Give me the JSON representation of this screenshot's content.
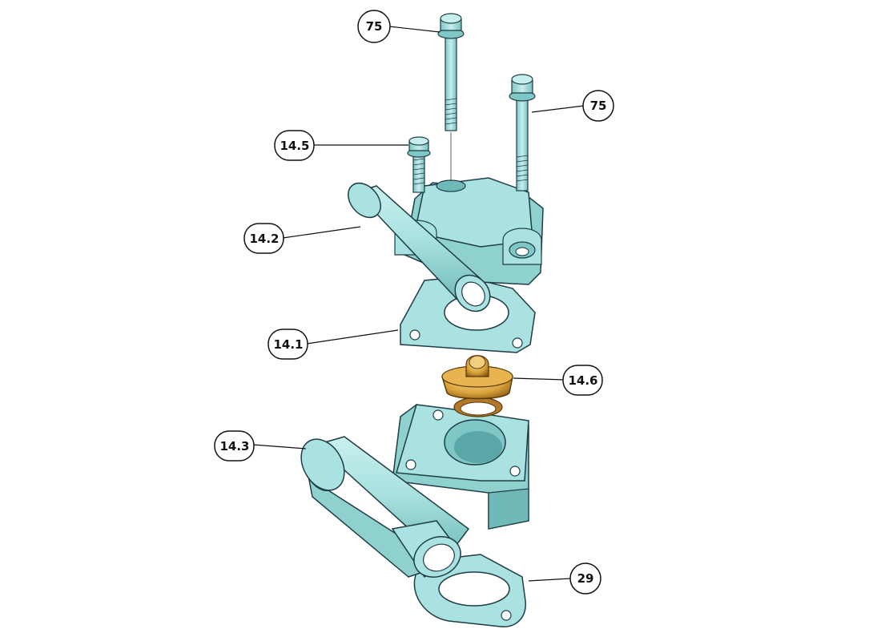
{
  "colors": {
    "part_fill": "#a9e2e0",
    "part_shade": "#7fc7c6",
    "part_dark": "#5aa7a8",
    "edge": "#1f3d44",
    "thermostat_gold": "#d9a23a",
    "thermostat_dark": "#8a5a16",
    "background": "#ffffff"
  },
  "callouts": [
    {
      "id": "75-a",
      "label": "75",
      "part": "bolt-long"
    },
    {
      "id": "75-b",
      "label": "75",
      "part": "bolt-long"
    },
    {
      "id": "14-5",
      "label": "14.5",
      "part": "bolt-short"
    },
    {
      "id": "14-2",
      "label": "14.2",
      "part": "thermostat-housing-cover"
    },
    {
      "id": "14-1",
      "label": "14.1",
      "part": "upper-gasket"
    },
    {
      "id": "14-6",
      "label": "14.6",
      "part": "thermostat"
    },
    {
      "id": "14-3",
      "label": "14.3",
      "part": "thermostat-housing-base"
    },
    {
      "id": "29",
      "label": "29",
      "part": "lower-gasket"
    }
  ]
}
